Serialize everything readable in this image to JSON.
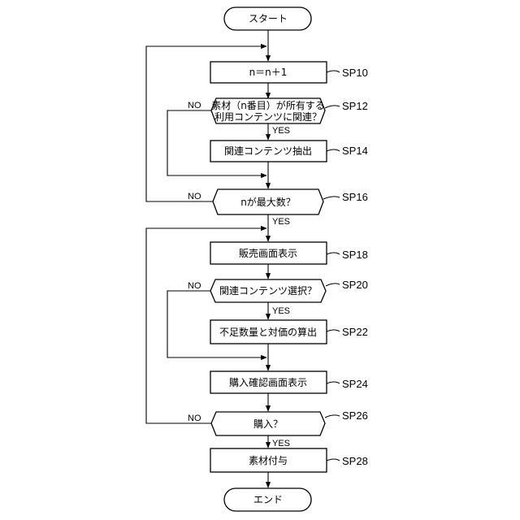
{
  "flowchart": {
    "start": "スタート",
    "end": "エンド",
    "steps": [
      {
        "id": "SP10",
        "text": "n＝n＋1"
      },
      {
        "id": "SP12",
        "text_line1": "素材（n番目）が所有する",
        "text_line2": "利用コンテンツに関連？",
        "yes": "YES",
        "no": "NO"
      },
      {
        "id": "SP14",
        "text": "関連コンテンツ抽出"
      },
      {
        "id": "SP16",
        "text": "nが最大数？",
        "yes": "YES",
        "no": "NO"
      },
      {
        "id": "SP18",
        "text": "販売画面表示"
      },
      {
        "id": "SP20",
        "text": "関連コンテンツ選択？",
        "yes": "YES",
        "no": "NO"
      },
      {
        "id": "SP22",
        "text": "不足数量と対価の算出"
      },
      {
        "id": "SP24",
        "text": "購入確認画面表示"
      },
      {
        "id": "SP26",
        "text": "購入？",
        "yes": "YES",
        "no": "NO"
      },
      {
        "id": "SP28",
        "text": "素材付与"
      }
    ]
  }
}
